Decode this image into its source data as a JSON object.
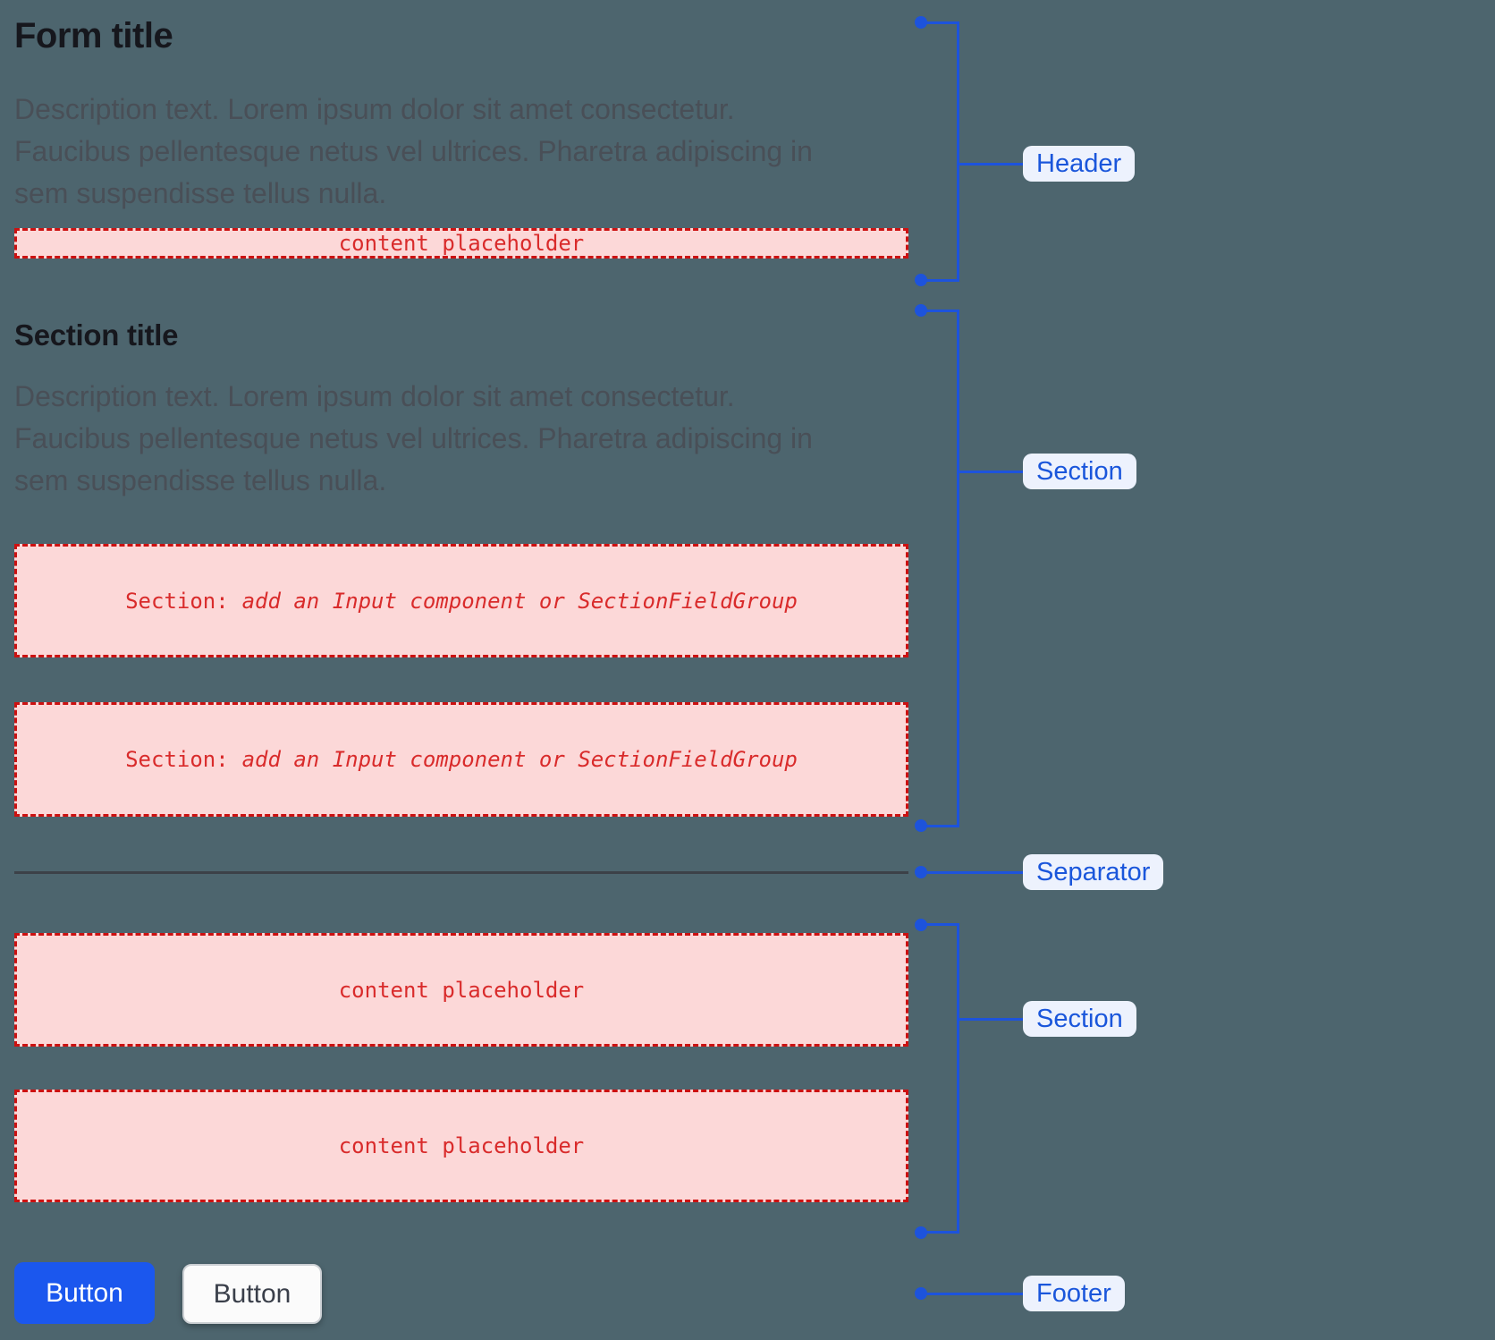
{
  "form": {
    "title": "Form title",
    "description_lines": [
      "Description text. Lorem ipsum dolor sit amet consectetur.",
      "Faucibus pellentesque netus vel ultrices. Pharetra adipiscing in",
      "sem suspendisse tellus nulla."
    ],
    "section": {
      "title": "Section title",
      "description_lines": [
        "Description text. Lorem ipsum dolor sit amet consectetur.",
        "Faucibus pellentesque netus vel ultrices. Pharetra adipiscing in",
        "sem suspendisse tellus nulla."
      ]
    },
    "placeholders": {
      "content": "content placeholder",
      "section_note_prefix": "Section:",
      "section_note_emphasis": "add an Input component or SectionFieldGroup"
    },
    "footer": {
      "primary_button": "Button",
      "secondary_button": "Button"
    }
  },
  "annotations": {
    "header": {
      "label": "Header"
    },
    "section_top": {
      "label": "Section"
    },
    "separator": {
      "label": "Separator"
    },
    "section_bottom": {
      "label": "Section"
    },
    "footer": {
      "label": "Footer"
    }
  },
  "colors": {
    "background": "#4d656e",
    "annotation_blue": "#1d53dc",
    "annotation_label_bg": "#edf2fd",
    "annotation_label_text": "#1a56db",
    "placeholder_bg": "#fcd8d8",
    "placeholder_border": "#cc1111",
    "placeholder_text": "#d92b2b",
    "primary_button_bg": "#1b57ee",
    "separator_line": "#3c4148",
    "title_color": "#16171d",
    "desc_color": "#494f57"
  }
}
